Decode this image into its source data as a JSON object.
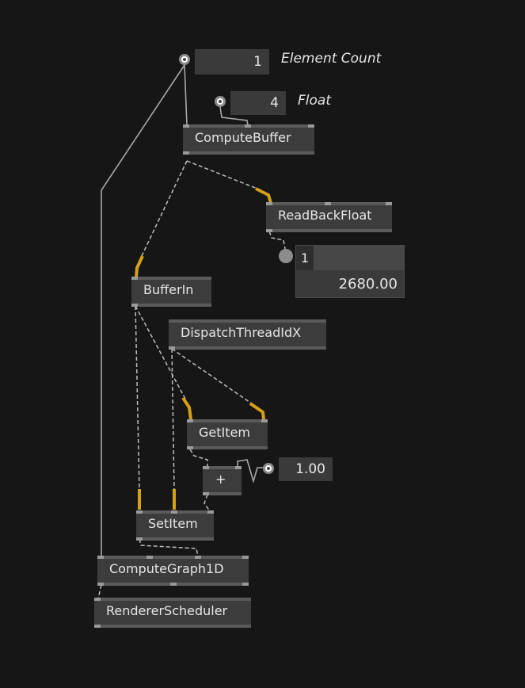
{
  "iobox_element_count": {
    "value": "1",
    "label": "Element Count"
  },
  "iobox_float": {
    "value": "4",
    "label": "Float"
  },
  "iobox_readback": {
    "index": "1",
    "value": "2680.00"
  },
  "iobox_add": {
    "value": "1.00"
  },
  "nodes": {
    "compute_buffer": "ComputeBuffer",
    "read_back_float": "ReadBackFloat",
    "buffer_in": "BufferIn",
    "dispatch_thread_idx": "DispatchThreadIdX",
    "get_item": "GetItem",
    "plus": "+",
    "set_item": "SetItem",
    "compute_graph_1d": "ComputeGraph1D",
    "renderer_scheduler": "RendererScheduler"
  },
  "colors": {
    "background": "#161616",
    "node": "#3c3c3c",
    "link_solid": "#a8a8a8",
    "link_dashed": "#bdbdbd",
    "accent_orange": "#d4a017"
  }
}
